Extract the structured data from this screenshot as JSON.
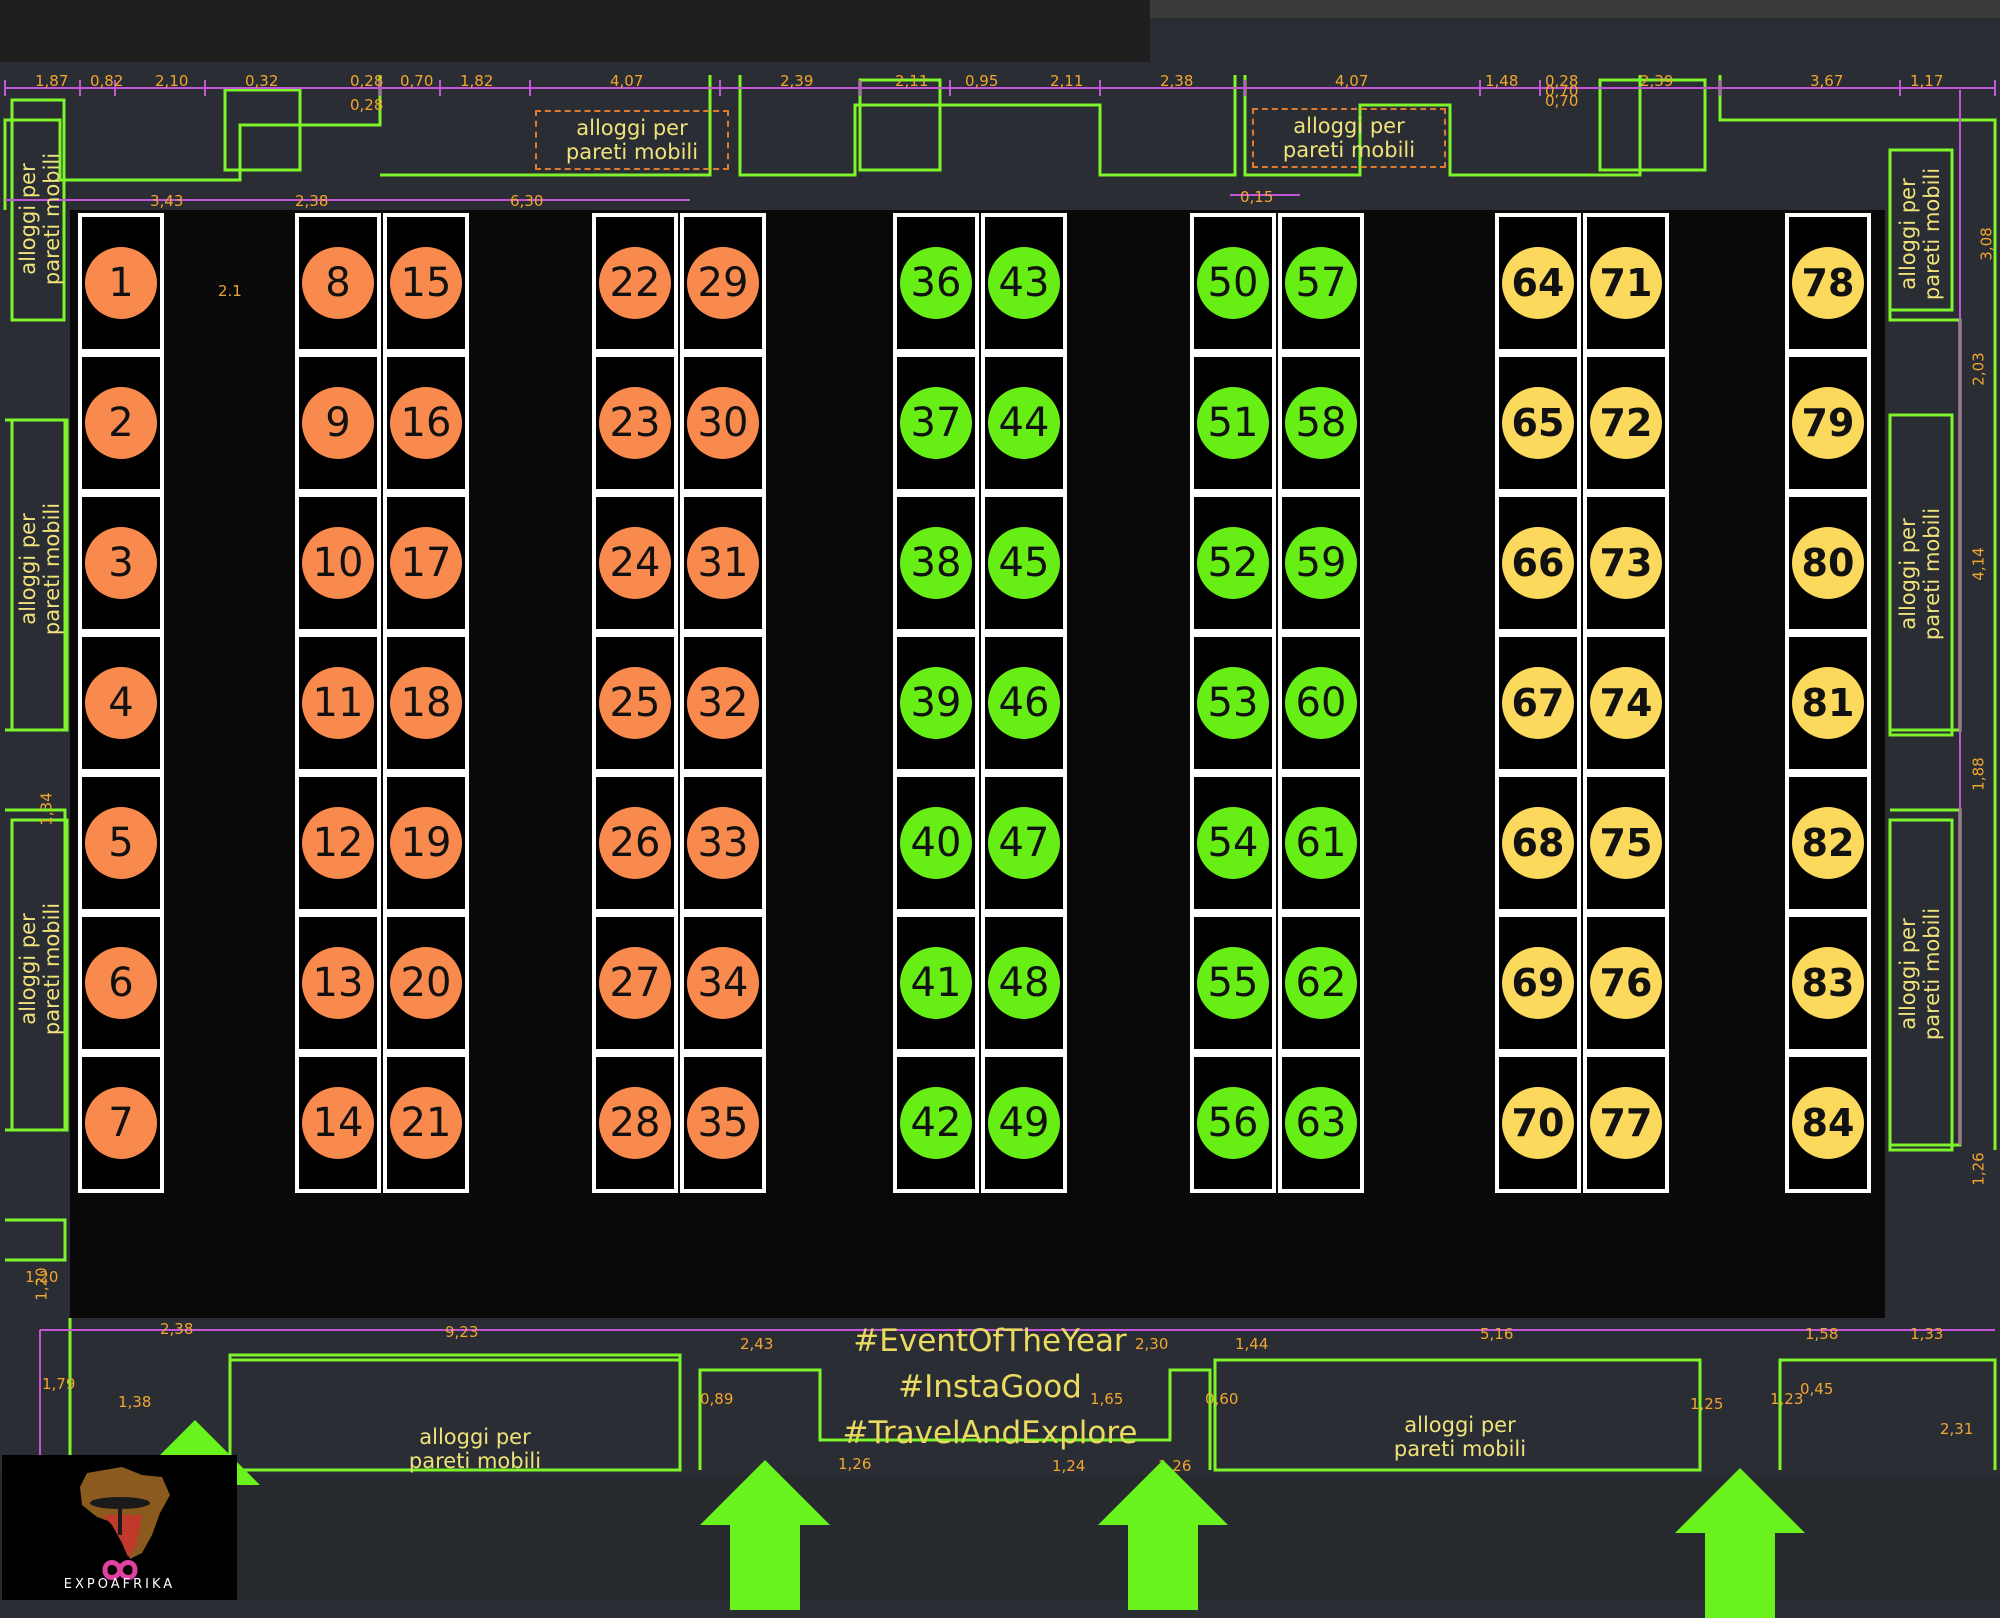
{
  "hashtags": [
    "#EventOfTheYear",
    "#InstaGood",
    "#TravelAndExplore"
  ],
  "logo": {
    "text": "EXPOAFRIKA"
  },
  "wall_label_text": "alloggi per\npareti mobili",
  "aisle_label": "2.1",
  "dimension_labels": {
    "top": [
      "1,87",
      "0,82",
      "2,10",
      "0,32",
      "0,28",
      "0,70",
      "1,82",
      "4,07",
      "2,39",
      "2,11",
      "0,95",
      "2,11",
      "2,38",
      "4,07",
      "1,48",
      "0,28",
      "2,39",
      "3,67",
      "1,17",
      "3,43",
      "2,38",
      "6,30",
      "0,15",
      "0,28",
      "0,70"
    ],
    "bottom": [
      "2,38",
      "9,23",
      "2,43",
      "2,30",
      "1,44",
      "5,16",
      "1,58",
      "1,33",
      "1,20",
      "1,26",
      "1,24",
      "1,26",
      "1,23",
      "0,45",
      "1,79",
      "1,38",
      "0,89",
      "1,65",
      "0,60",
      "1,25",
      "2,31",
      "0,70"
    ],
    "side": [
      "3,08",
      "2,03",
      "4,14",
      "1,88",
      "1,34",
      "1,26",
      "1,20"
    ]
  },
  "booths": {
    "colors": {
      "orange": "#f98a4e",
      "green": "#67ee15",
      "yellow": "#fbd95d"
    },
    "columns": [
      {
        "color": "orange",
        "numbers": [
          1,
          2,
          3,
          4,
          5,
          6,
          7
        ]
      },
      {
        "color": "orange",
        "numbers": [
          8,
          9,
          10,
          11,
          12,
          13,
          14
        ]
      },
      {
        "color": "orange",
        "numbers": [
          15,
          16,
          17,
          18,
          19,
          20,
          21
        ]
      },
      {
        "color": "orange",
        "numbers": [
          22,
          23,
          24,
          25,
          26,
          27,
          28
        ]
      },
      {
        "color": "orange",
        "numbers": [
          29,
          30,
          31,
          32,
          33,
          34,
          35
        ]
      },
      {
        "color": "green",
        "numbers": [
          36,
          37,
          38,
          39,
          40,
          41,
          42
        ]
      },
      {
        "color": "green",
        "numbers": [
          43,
          44,
          45,
          46,
          47,
          48,
          49
        ]
      },
      {
        "color": "green",
        "numbers": [
          50,
          51,
          52,
          53,
          54,
          55,
          56
        ]
      },
      {
        "color": "green",
        "numbers": [
          57,
          58,
          59,
          60,
          61,
          62,
          63
        ]
      },
      {
        "color": "yellow",
        "numbers": [
          64,
          65,
          66,
          67,
          68,
          69,
          70
        ]
      },
      {
        "color": "yellow",
        "numbers": [
          71,
          72,
          73,
          74,
          75,
          76,
          77
        ]
      },
      {
        "color": "yellow",
        "numbers": [
          78,
          79,
          80,
          81,
          82,
          83,
          84
        ]
      }
    ]
  }
}
